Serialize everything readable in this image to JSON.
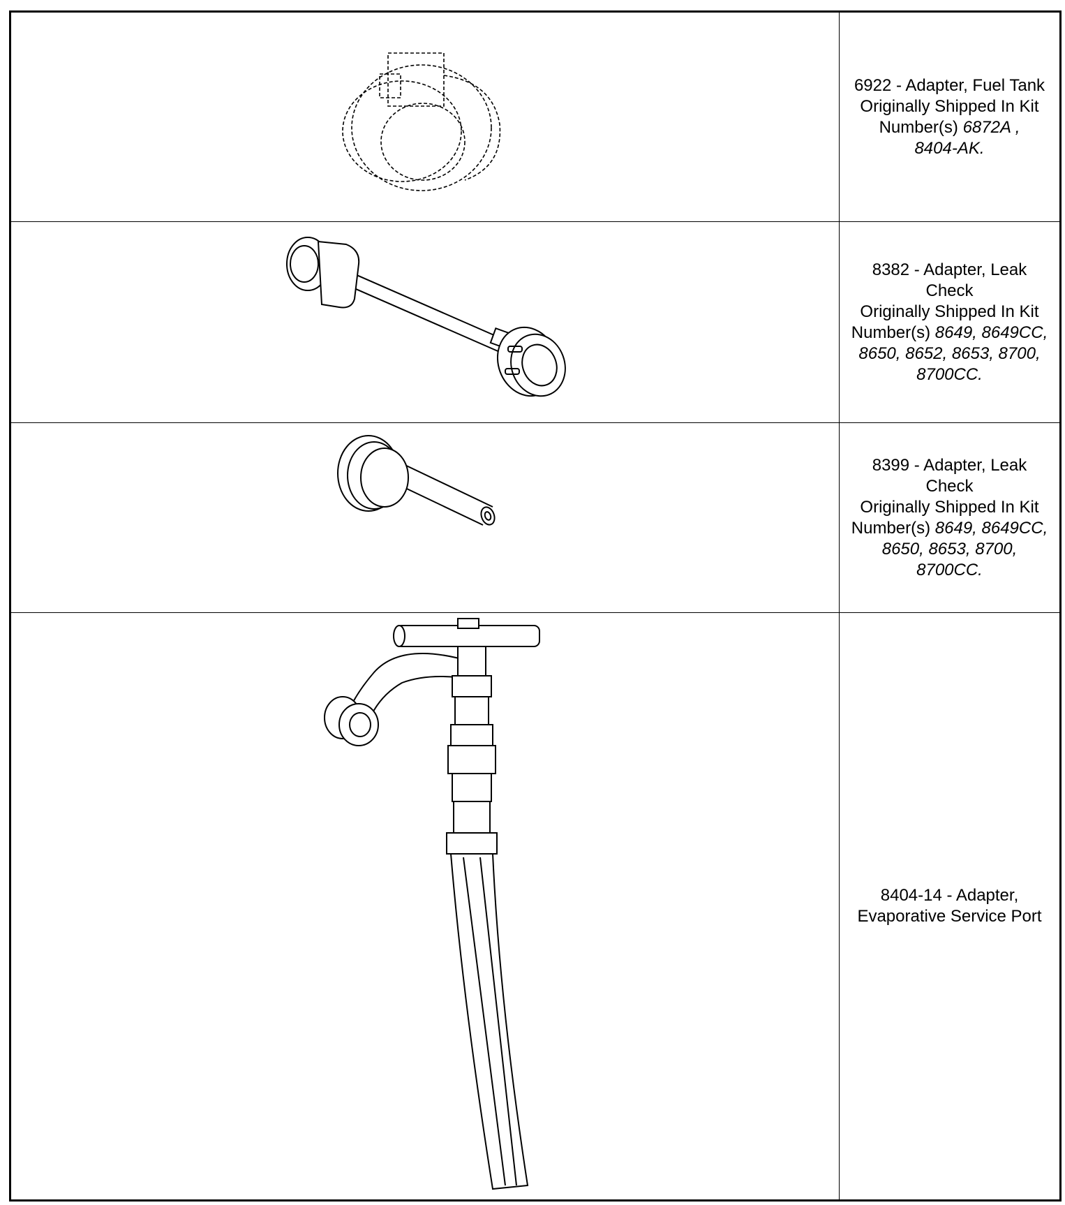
{
  "items": [
    {
      "line1": "6922 - Adapter, Fuel Tank",
      "line2": "Originally Shipped In Kit",
      "line3_prefix": "Number(s) ",
      "line3_kits": "6872A ,",
      "line4_kits": "8404-AK."
    },
    {
      "line1": "8382 - Adapter, Leak",
      "line2": "Check",
      "line3": "Originally Shipped In Kit",
      "line4_prefix": "Number(s) ",
      "line4_kits": "8649, 8649CC,",
      "line5_kits": "8650, 8652, 8653, 8700,",
      "line6_kits": "8700CC."
    },
    {
      "line1": "8399 - Adapter, Leak",
      "line2": "Check",
      "line3": "Originally Shipped In Kit",
      "line4_prefix": "Number(s) ",
      "line4_kits": "8649, 8649CC,",
      "line5_kits": "8650, 8653, 8700,",
      "line6_kits": "8700CC."
    },
    {
      "line1": "8404-14 - Adapter,",
      "line2": "Evaporative Service Port"
    }
  ]
}
